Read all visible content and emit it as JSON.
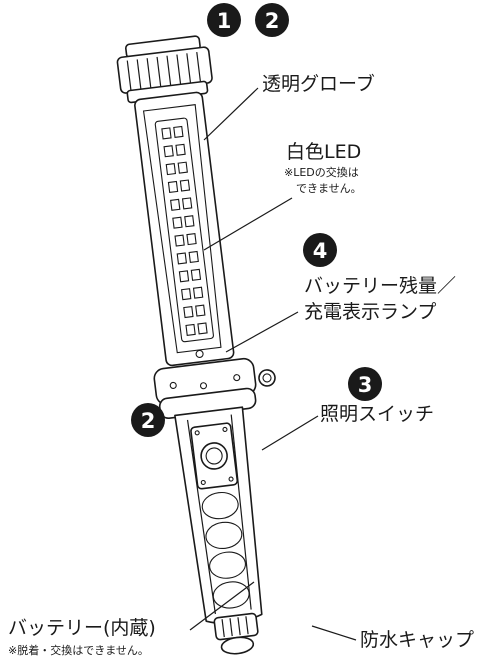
{
  "badges": {
    "b1": "1",
    "b2_top": "2",
    "b4": "4",
    "b3": "3",
    "b2_left": "2"
  },
  "labels": {
    "glove": "透明グローブ",
    "led": "白色LED",
    "led_note_1": "※LEDの交換は",
    "led_note_2": "できません。",
    "battery_lamp_1": "バッテリー残量／",
    "battery_lamp_2": "充電表示ランプ",
    "switch": "照明スイッチ",
    "battery": "バッテリー(内蔵)",
    "battery_note": "※脱着・交換はできません。",
    "cap": "防水キャップ"
  }
}
